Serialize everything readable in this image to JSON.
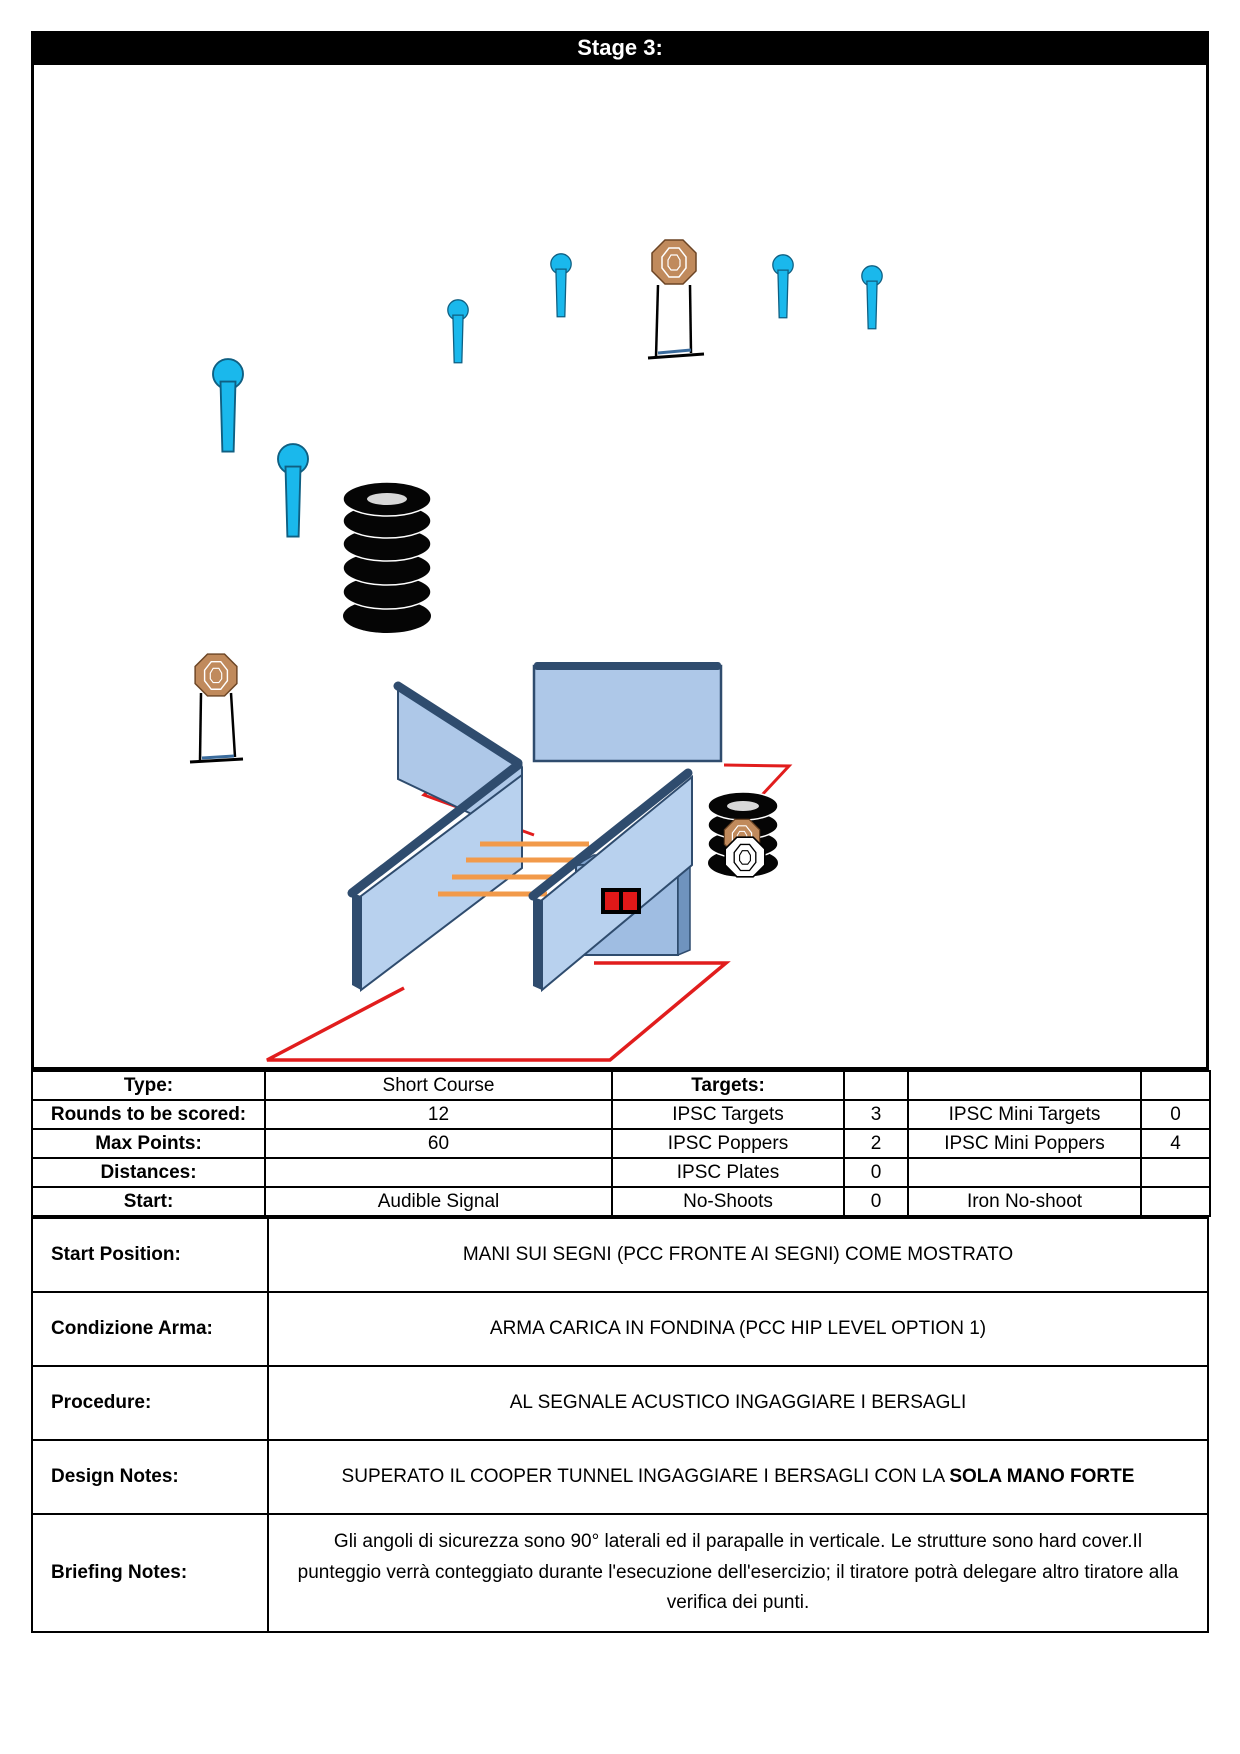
{
  "stage_title": "Stage 3:",
  "stats": {
    "row1": {
      "label": "Type:",
      "value": "Short Course",
      "targets_header": "Targets:"
    },
    "row2": {
      "label": "Rounds to be scored:",
      "value": "12",
      "t1_name": "IPSC Targets",
      "t1_count": "3",
      "t2_name": "IPSC Mini Targets",
      "t2_count": "0"
    },
    "row3": {
      "label": "Max Points:",
      "value": "60",
      "t1_name": "IPSC Poppers",
      "t1_count": "2",
      "t2_name": "IPSC Mini Poppers",
      "t2_count": "4"
    },
    "row4": {
      "label": "Distances:",
      "value": "",
      "t1_name": "IPSC Plates",
      "t1_count": "0"
    },
    "row5": {
      "label": "Start:",
      "value": "Audible Signal",
      "t1_name": "No-Shoots",
      "t1_count": "0",
      "t2_name": "Iron No-shoot",
      "t2_count": ""
    }
  },
  "notes": {
    "start_position": {
      "label": "Start Position:",
      "value": "MANI SUI SEGNI (PCC FRONTE AI SEGNI) COME MOSTRATO"
    },
    "condizione_arma": {
      "label": "Condizione Arma:",
      "value": "ARMA CARICA IN FONDINA (PCC HIP LEVEL OPTION 1)"
    },
    "procedure": {
      "label": "Procedure:",
      "value": "AL SEGNALE ACUSTICO INGAGGIARE I BERSAGLI"
    },
    "design_notes": {
      "label": "Design Notes:",
      "value_plain": "SUPERATO IL COOPER TUNNEL INGAGGIARE I BERSAGLI CON LA ",
      "value_bold": "SOLA MANO FORTE"
    },
    "briefing_notes": {
      "label": "Briefing Notes:",
      "value": "Gli angoli di sicurezza sono 90° laterali ed il parapalle in verticale. Le strutture sono hard cover.Il punteggio verrà conteggiato durante l'esecuzione dell'esercizio; il tiratore potrà delegare altro tiratore alla verifica  dei punti."
    }
  },
  "colors": {
    "popper": "#1ab8ec",
    "ipsc_target": "#c08a5c",
    "wall": "#aec8e8",
    "wall_edge": "#2f4c6e",
    "fault_line": "#e11d1d",
    "tunnel_bar": "#f29a4a",
    "tire": "#050505"
  },
  "icons": [
    "mini-popper-icon",
    "ipsc-target-icon",
    "tire-stack-icon",
    "barricade-wall-icon",
    "hand-marks-icon",
    "no-shoot-target-icon"
  ]
}
